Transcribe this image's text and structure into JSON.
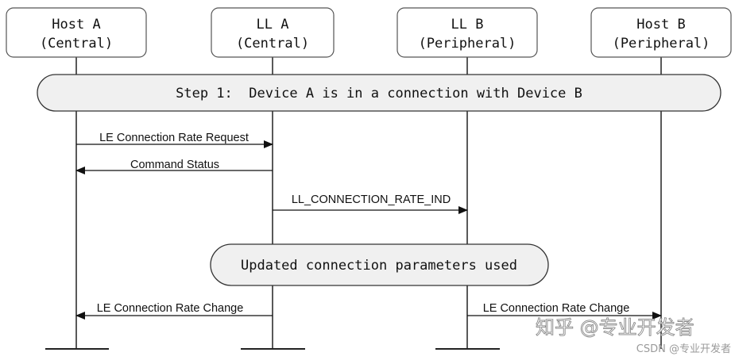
{
  "participants": [
    {
      "line1": "Host A",
      "line2": "(Central)"
    },
    {
      "line1": "LL A",
      "line2": "(Central)"
    },
    {
      "line1": "LL B",
      "line2": "(Peripheral)"
    },
    {
      "line1": "Host B",
      "line2": "(Peripheral)"
    }
  ],
  "steps": {
    "step1": "Step 1:  Device A is in a connection with Device B",
    "updated": "Updated connection parameters used"
  },
  "messages": [
    {
      "label": "LE Connection Rate Request",
      "from": 0,
      "to": 1
    },
    {
      "label": "Command Status",
      "from": 1,
      "to": 0
    },
    {
      "label": "LL_CONNECTION_RATE_IND",
      "from": 1,
      "to": 2
    },
    {
      "label": "LE Connection Rate Change",
      "from": 1,
      "to": 0
    },
    {
      "label": "LE Connection Rate Change",
      "from": 2,
      "to": 3
    }
  ],
  "watermark": {
    "zhihu": "知乎 @专业开发者",
    "csdn": "CSDN @专业开发者"
  },
  "colors": {
    "pill_fill": "#f0f0f0",
    "line": "#222222",
    "text": "#111111"
  }
}
